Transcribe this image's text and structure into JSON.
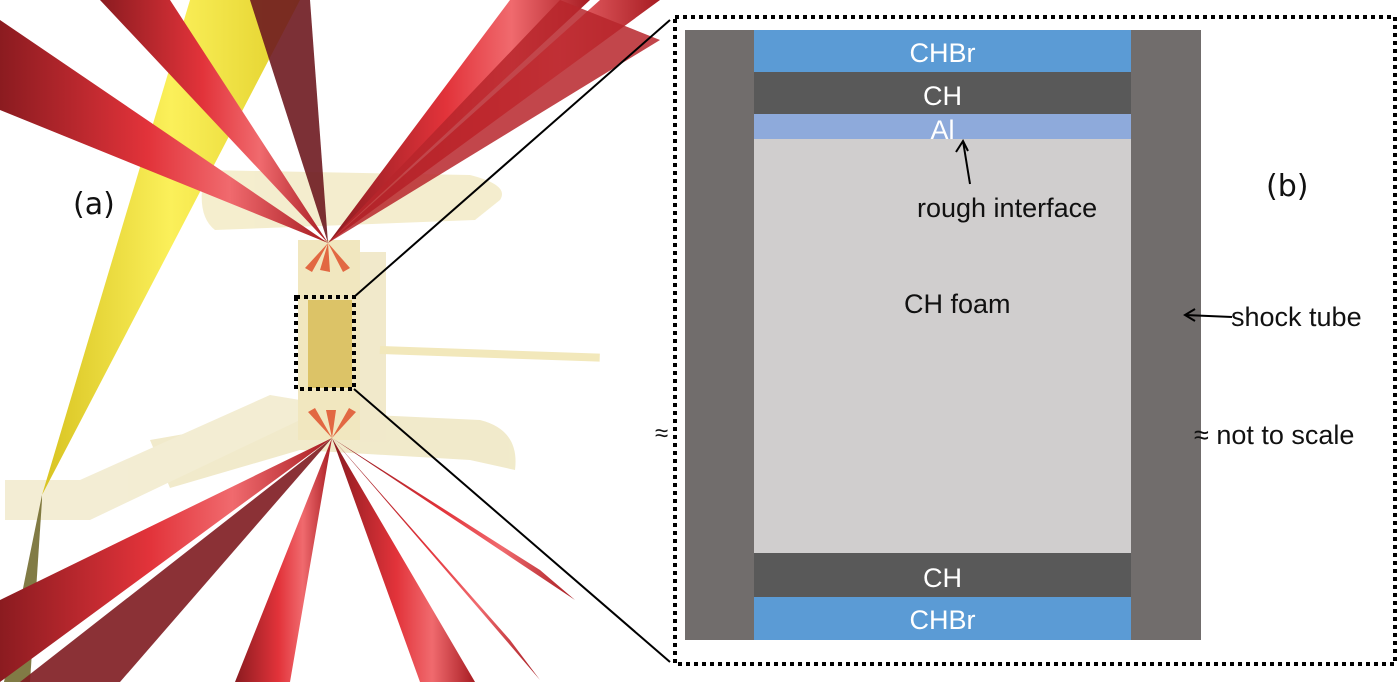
{
  "figure": {
    "panel_a": {
      "label": "(a)",
      "description": "3D rendering of laser beams converging on shock-tube target",
      "colors": {
        "beam": "#d8262b",
        "beam_dark": "#7a1e22",
        "backlighter": "#f0e030",
        "target": "#efe4b0"
      }
    },
    "panel_b": {
      "label": "(b)",
      "layers": [
        {
          "name": "CHBr",
          "color": "#5b9bd5",
          "text_color": "#ffffff"
        },
        {
          "name": "CH",
          "color": "#595959",
          "text_color": "#ffffff"
        },
        {
          "name": "Al",
          "color": "#8eaadb",
          "text_color": "#ffffff"
        },
        {
          "name": "CH foam",
          "color": "#d0cece",
          "text_color": "#111111"
        },
        {
          "name": "CH",
          "color": "#595959",
          "text_color": "#ffffff"
        },
        {
          "name": "CHBr",
          "color": "#5b9bd5",
          "text_color": "#ffffff"
        }
      ],
      "annotations": {
        "rough_interface": "rough interface",
        "shock_tube": "shock tube",
        "not_to_scale": "≈ not to scale",
        "approx_symbol": "≈"
      },
      "wall_color": "#716d6c"
    }
  }
}
